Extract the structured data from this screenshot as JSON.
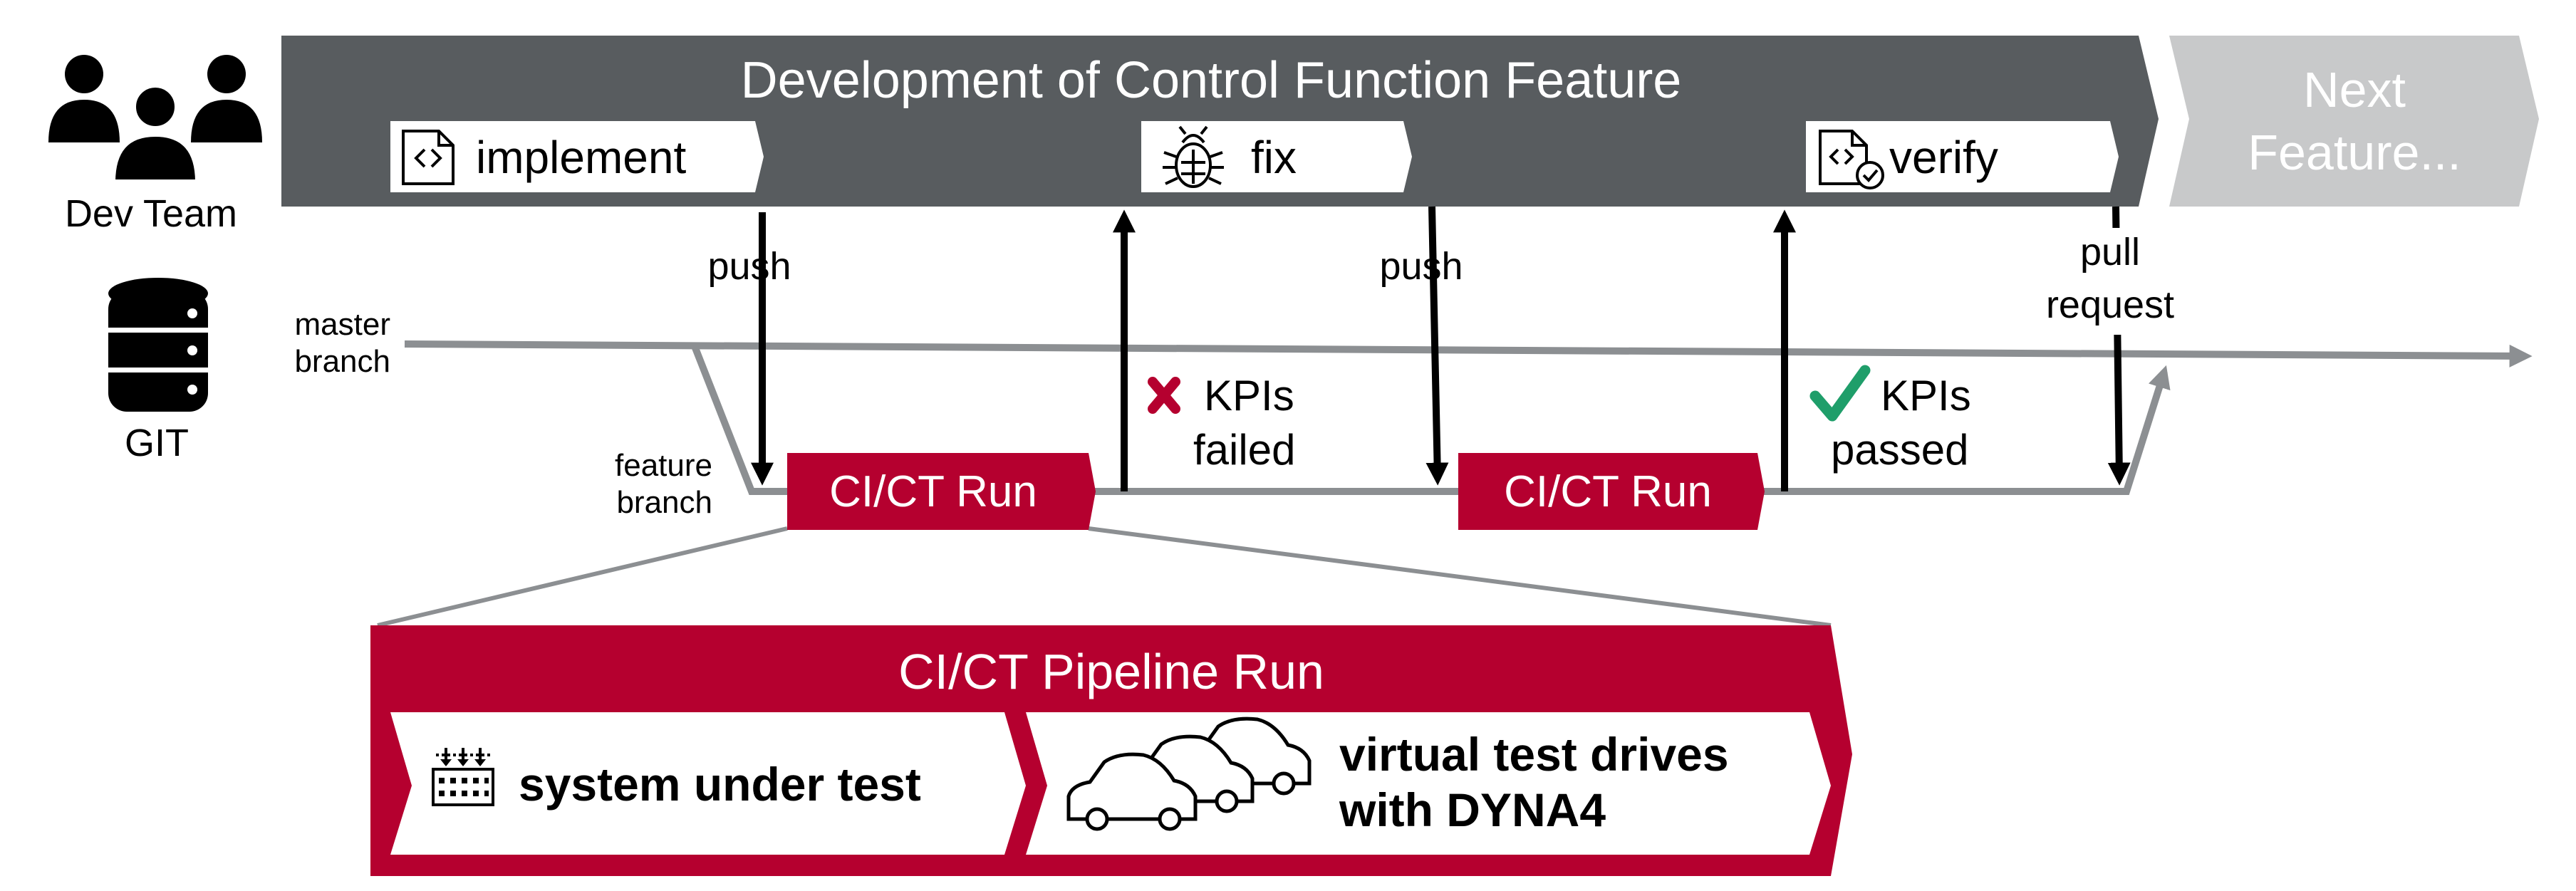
{
  "dev_team_label": "Dev Team",
  "git_label": "GIT",
  "top_bar": {
    "title": "Development of Control Function Feature",
    "next_line1": "Next",
    "next_line2": "Feature..."
  },
  "steps": {
    "implement": "implement",
    "fix": "fix",
    "verify": "verify"
  },
  "branches": {
    "master_line1": "master",
    "master_line2": "branch",
    "feature_line1": "feature",
    "feature_line2": "branch"
  },
  "arrows": {
    "push_1": "push",
    "push_2": "push",
    "pull_line1": "pull",
    "pull_line2": "request"
  },
  "kpi": {
    "failed_line1": "KPIs",
    "failed_line2": "failed",
    "passed_line1": "KPIs",
    "passed_line2": "passed"
  },
  "ci_run_label_1": "CI/CT Run",
  "ci_run_label_2": "CI/CT Run",
  "pipeline": {
    "title": "CI/CT Pipeline Run",
    "sut_label": "system under test",
    "drives_line1": "virtual test drives",
    "drives_line2": "with DYNA4"
  },
  "colors": {
    "dark_gray": "#585c5f",
    "light_gray": "#c8c9ca",
    "line_gray": "#8c8f92",
    "crimson": "#b5002f",
    "green": "#1f9e6a"
  },
  "icons": {
    "dev_team": "people-group-icon",
    "git": "database-icon",
    "implement": "code-file-icon",
    "fix": "bug-icon",
    "verify": "code-check-icon",
    "fail": "cross-icon",
    "pass": "check-icon",
    "sut": "chip-icon",
    "drives": "cars-icon"
  }
}
